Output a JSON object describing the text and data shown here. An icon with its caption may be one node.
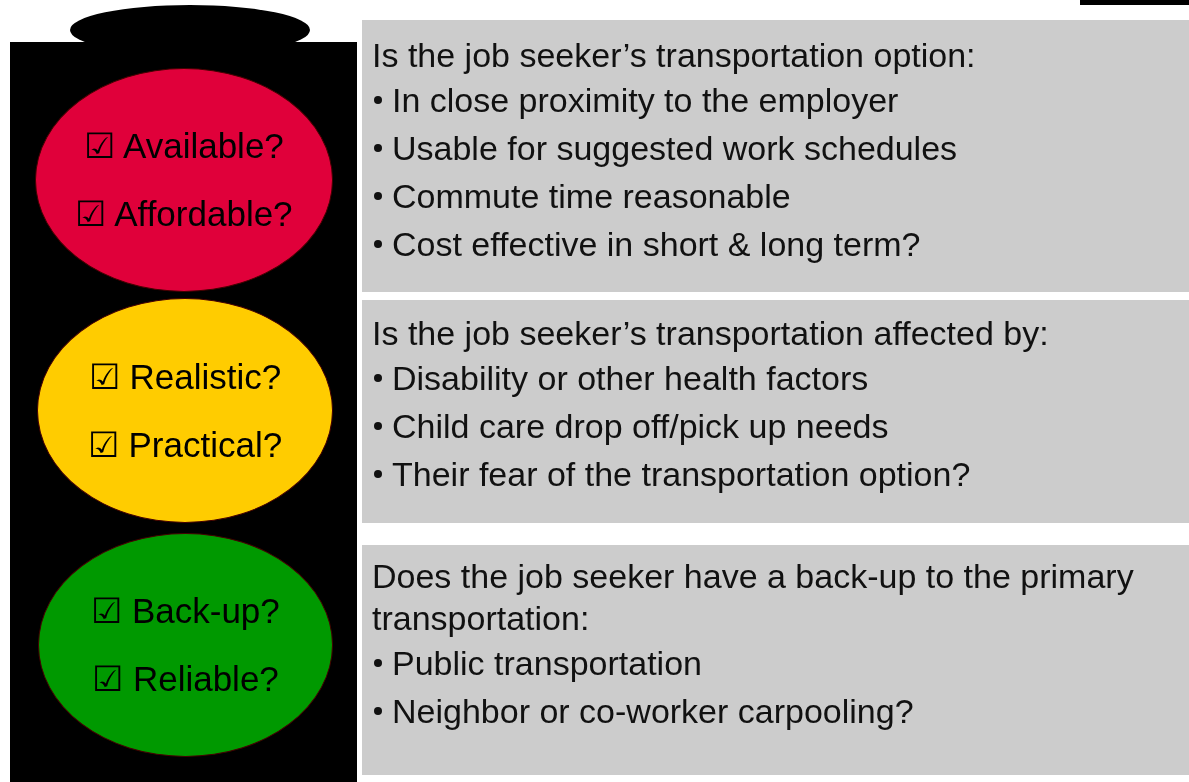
{
  "diagram": {
    "nodes": [
      {
        "text": [
          "☑ Available?",
          "☑ Affordable?"
        ]
      },
      {
        "text": [
          "☑ Realistic?",
          "☑ Practical?"
        ]
      },
      {
        "text": [
          "☑ Back-up?",
          "☑ Reliable?"
        ]
      },
      {
        "text": [
          "Is the job seeker’s transportation option:",
          "In close proximity to the employer",
          "Usable for suggested work schedules",
          "Commute time reasonable",
          "Cost effective in short & long term?"
        ]
      },
      {
        "text": [
          "Is the job seeker’s transportation affected by:",
          "Disability or other health factors",
          "Child care drop off/pick up needs",
          "Their fear of the transportation option?"
        ]
      },
      {
        "text": [
          "Does the job seeker have a back-up to the primary transportation:",
          "Public transportation",
          "Neighbor or co-worker carpooling?"
        ]
      }
    ]
  }
}
